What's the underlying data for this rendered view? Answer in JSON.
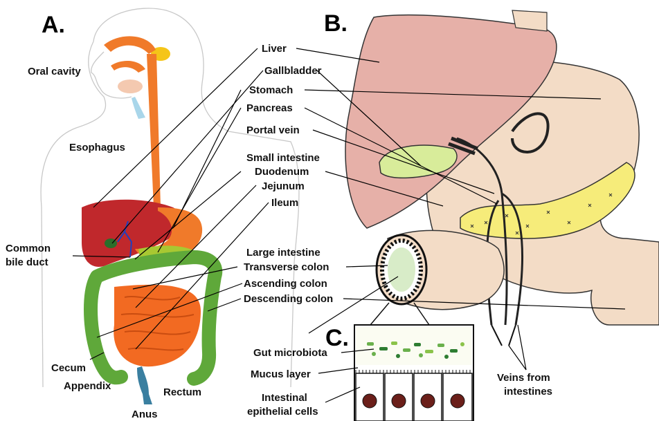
{
  "panels": {
    "a": "A.",
    "b": "B.",
    "c": "C."
  },
  "labels_a": {
    "oral_cavity": "Oral cavity",
    "esophagus": "Esophagus",
    "common_bile_duct_1": "Common",
    "common_bile_duct_2": "bile duct",
    "cecum": "Cecum",
    "appendix": "Appendix",
    "rectum": "Rectum",
    "anus": "Anus"
  },
  "labels_center": {
    "liver": "Liver",
    "gallbladder": "Gallbladder",
    "stomach": "Stomach",
    "pancreas": "Pancreas",
    "portal_vein": "Portal vein",
    "small_intestine": "Small intestine",
    "duodenum": "Duodenum",
    "jejunum": "Jejunum",
    "ileum": "Ileum",
    "large_intestine": "Large intestine",
    "transverse_colon": "Transverse colon",
    "ascending_colon": "Ascending colon",
    "descending_colon": "Descending colon"
  },
  "labels_c": {
    "gut_microbiota": "Gut microbiota",
    "mucus_layer": "Mucus layer",
    "epithelial_1": "Intestinal",
    "epithelial_2": "epithelial cells",
    "veins_1": "Veins from",
    "veins_2": "intestines"
  },
  "colors": {
    "esophagus": "#f07a2a",
    "liver_a": "#c0282c",
    "colon_green": "#5fa83a",
    "small_intestine": "#f26a22",
    "rectum": "#3a7fa0",
    "liver_b": "#e6b0a8",
    "tissue_b": "#f3dcc6",
    "pancreas_b": "#f6ec7a",
    "gallbladder_b": "#d8ec9a",
    "microbe": "#6ab04c",
    "nucleus": "#6b1f1a"
  }
}
